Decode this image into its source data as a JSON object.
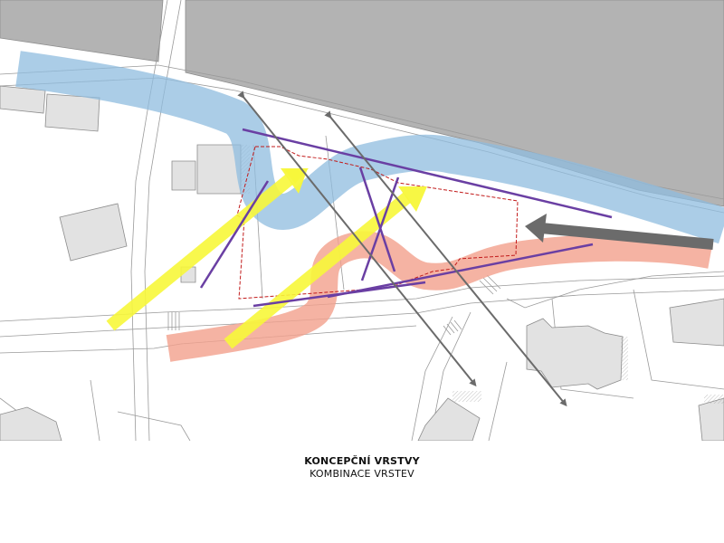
{
  "caption": {
    "title": "KONCEPČNÍ VRSTVY",
    "subtitle": "KOMBINACE VRSTEV"
  },
  "colors": {
    "background": "#ffffff",
    "building_large": "#b3b3b3",
    "building_small": "#e2e2e2",
    "building_edge": "#8c8c8c",
    "street_line": "#9a9a9a",
    "water_band": "#8fbcdf",
    "pedestrian_band": "#f2a08c",
    "sun_arrow": "#f7f73a",
    "axis_line": "#6a3fa3",
    "view_arrow": "#6b6b6b",
    "entry_arrow": "#6b6b6b",
    "site_boundary": "#c21b1b"
  },
  "legend_layers": [
    "water_band",
    "pedestrian_band",
    "sun_arrow",
    "axis_line",
    "view_arrow",
    "site_boundary"
  ]
}
